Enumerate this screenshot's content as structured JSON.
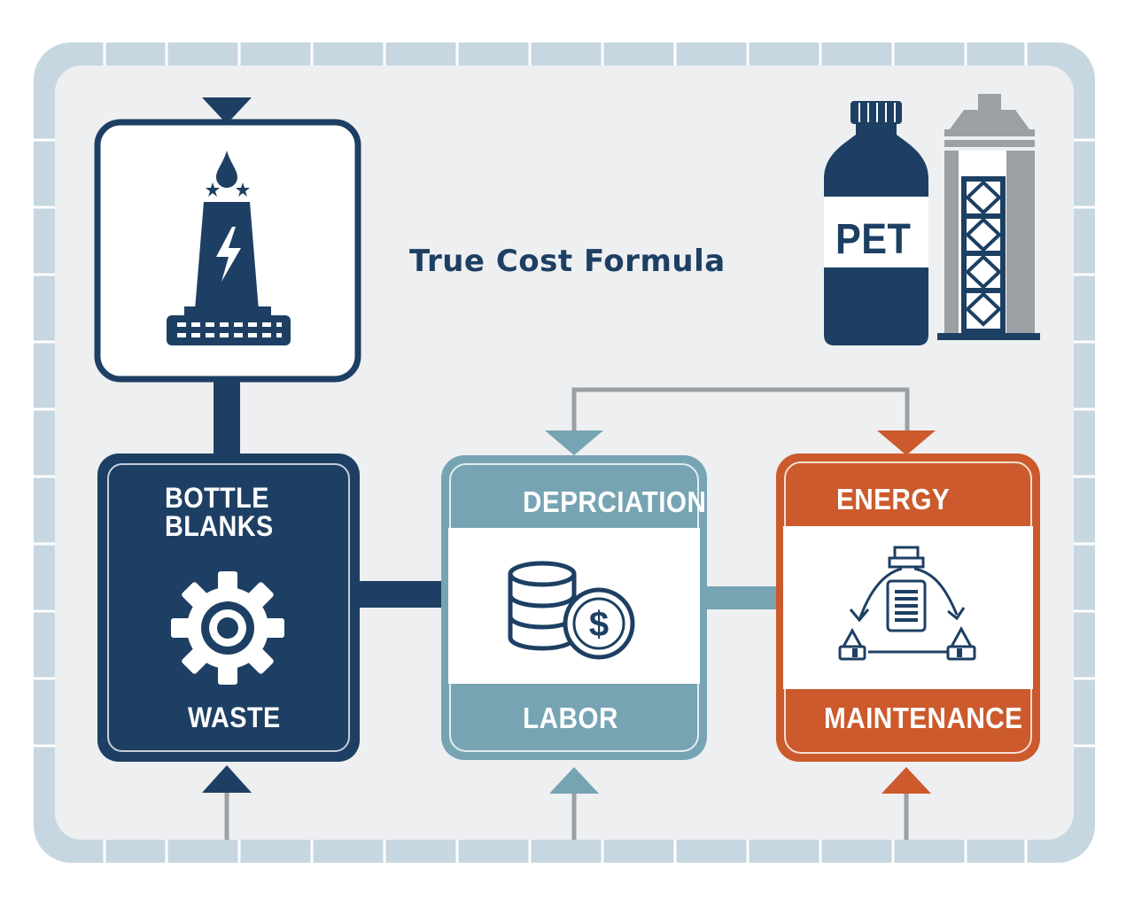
{
  "title": "True Cost Formula",
  "colors": {
    "navy": "#1d3f63",
    "teal": "#76a4b3",
    "orange": "#cc5a2c",
    "frame": "#c6d7e1",
    "gray": "#9aa0a4"
  },
  "icons": {
    "top_box": "machine-with-droplet-and-lightning-icon",
    "pet_bottle": "pet-bottle-icon",
    "canister": "gas-canister-icon",
    "gear": "gear-icon",
    "coins": "coin-stack-dollar-icon",
    "cycle": "maintenance-cycle-icon"
  },
  "pet_label": "PET",
  "boxes": {
    "materials": {
      "top_label": "BOTTLE\nBLANKS",
      "bottom_label": "WASTE"
    },
    "depreciation": {
      "top_label": "DEPRCIATION",
      "bottom_label": "LABOR"
    },
    "energy": {
      "top_label": "ENERGY",
      "bottom_label": "MAINTENANCE"
    }
  }
}
